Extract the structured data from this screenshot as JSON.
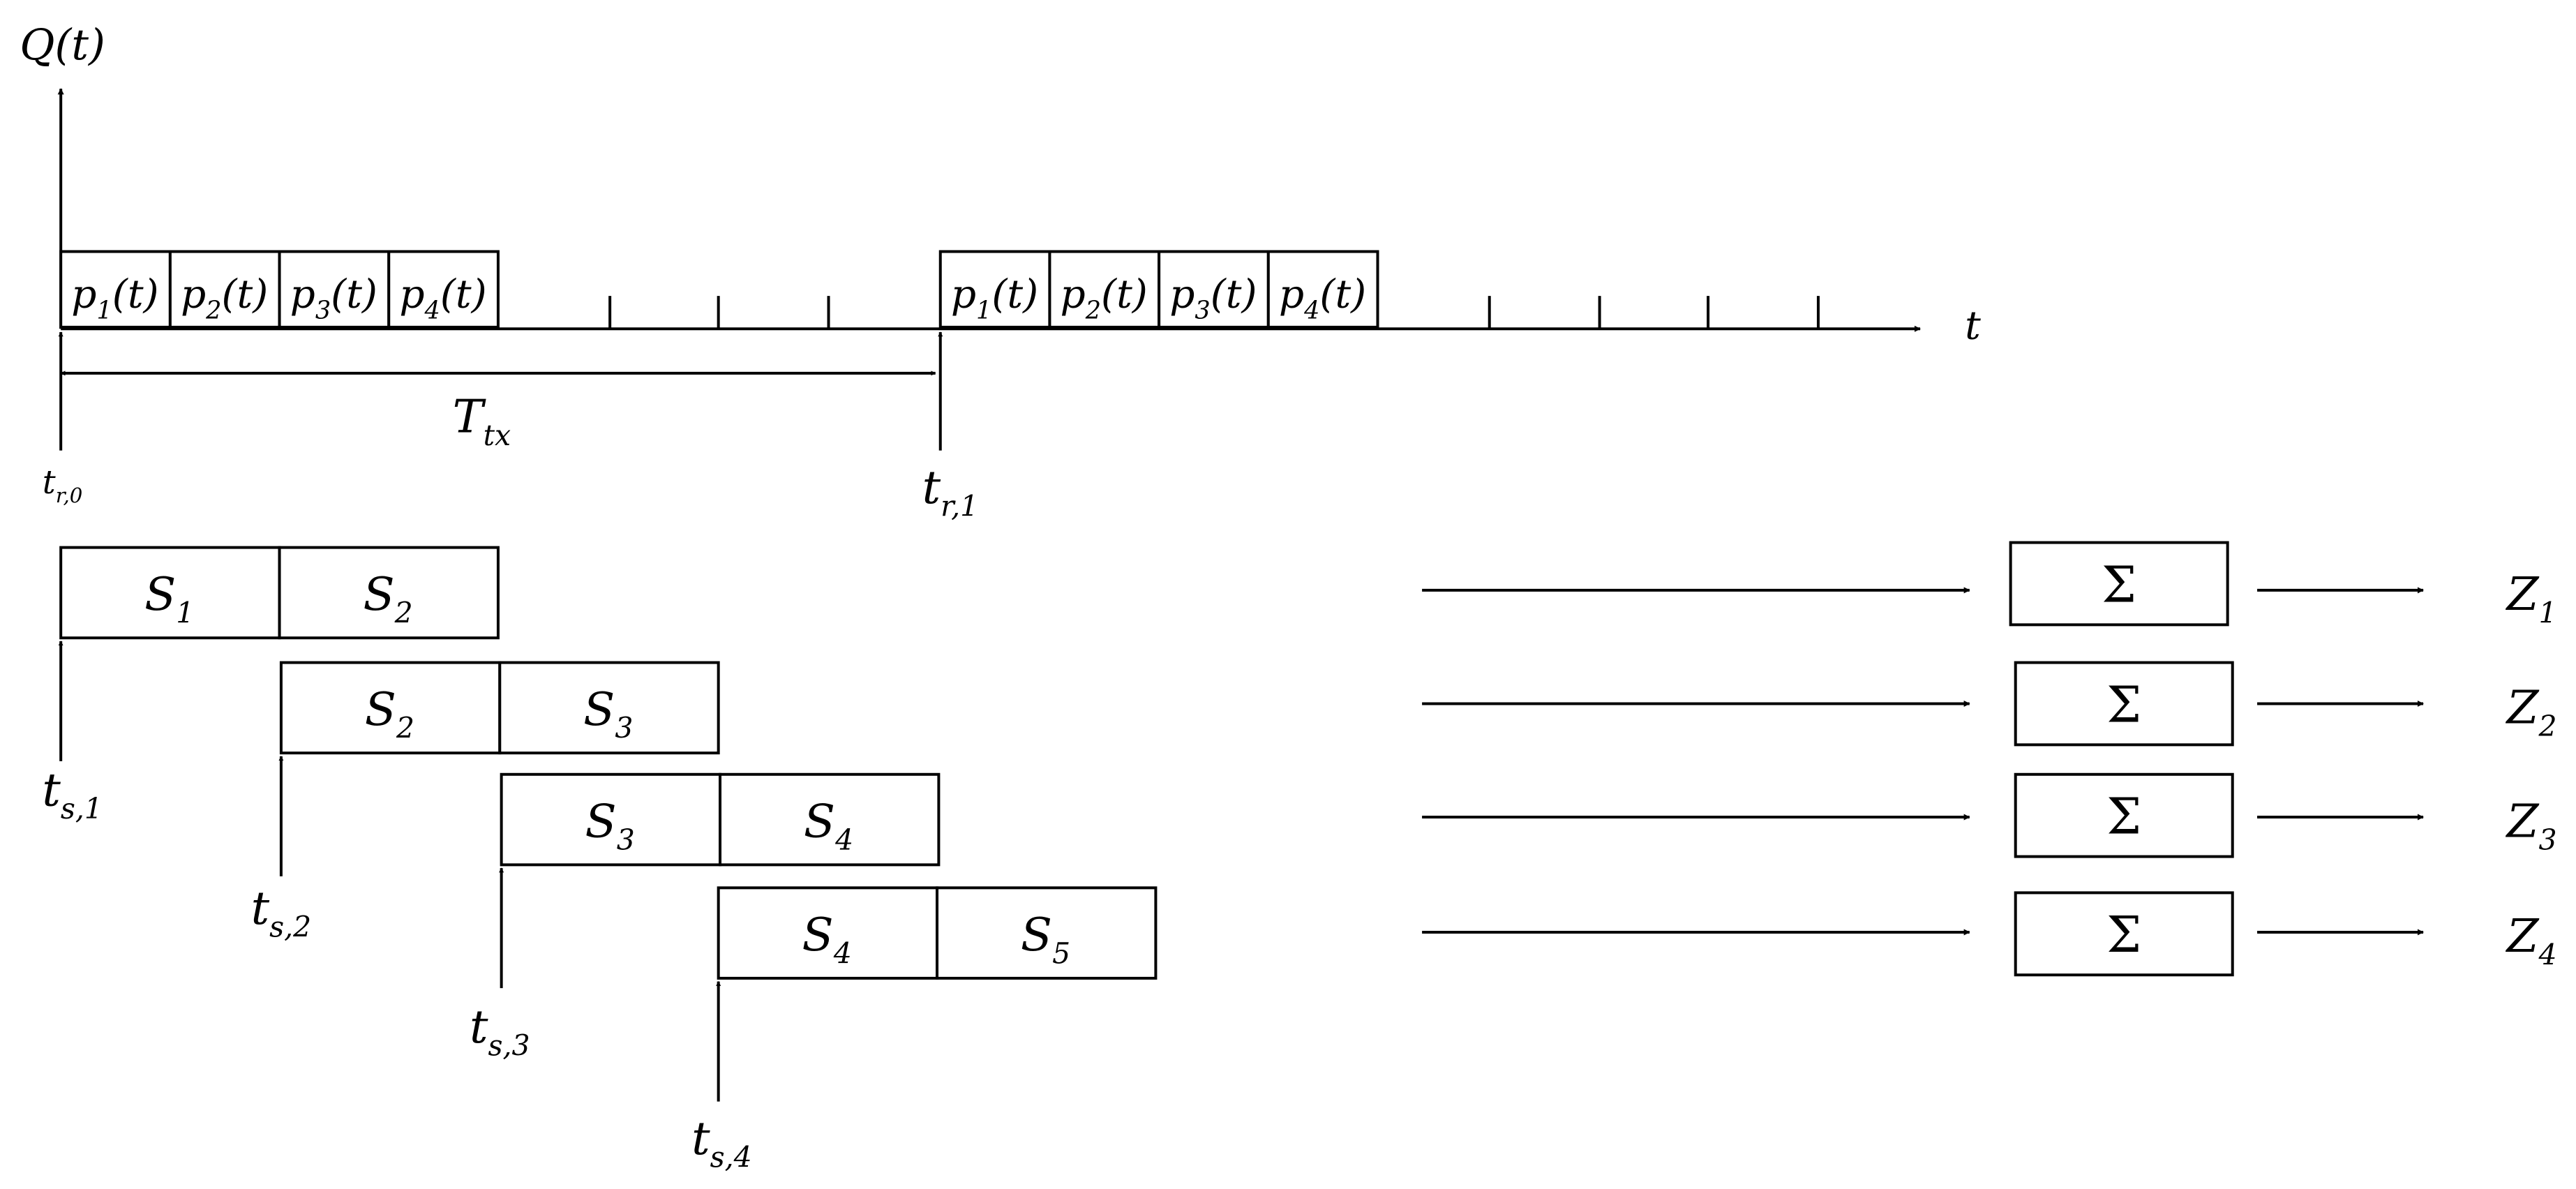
{
  "axes": {
    "y_label": {
      "main": "Q",
      "tail": "(t)"
    },
    "x_label": "t"
  },
  "tx_period": {
    "main": "T",
    "sub": "tx"
  },
  "receive_times": [
    {
      "main": "t",
      "sub": "r,0"
    },
    {
      "main": "t",
      "sub": "r,1"
    }
  ],
  "pulse_labels": [
    {
      "main": "p",
      "sub": "1",
      "tail": "(t)"
    },
    {
      "main": "p",
      "sub": "2",
      "tail": "(t)"
    },
    {
      "main": "p",
      "sub": "3",
      "tail": "(t)"
    },
    {
      "main": "p",
      "sub": "4",
      "tail": "(t)"
    }
  ],
  "segments": [
    {
      "main": "S",
      "sub": "1"
    },
    {
      "main": "S",
      "sub": "2"
    },
    {
      "main": "S",
      "sub": "3"
    },
    {
      "main": "S",
      "sub": "4"
    },
    {
      "main": "S",
      "sub": "5"
    }
  ],
  "sample_times": [
    {
      "main": "t",
      "sub": "s,1"
    },
    {
      "main": "t",
      "sub": "s,2"
    },
    {
      "main": "t",
      "sub": "s,3"
    },
    {
      "main": "t",
      "sub": "s,4"
    }
  ],
  "sum_symbol": "Σ",
  "outputs": [
    {
      "main": "Z",
      "sub": "1"
    },
    {
      "main": "Z",
      "sub": "2"
    },
    {
      "main": "Z",
      "sub": "3"
    },
    {
      "main": "Z",
      "sub": "4"
    }
  ]
}
